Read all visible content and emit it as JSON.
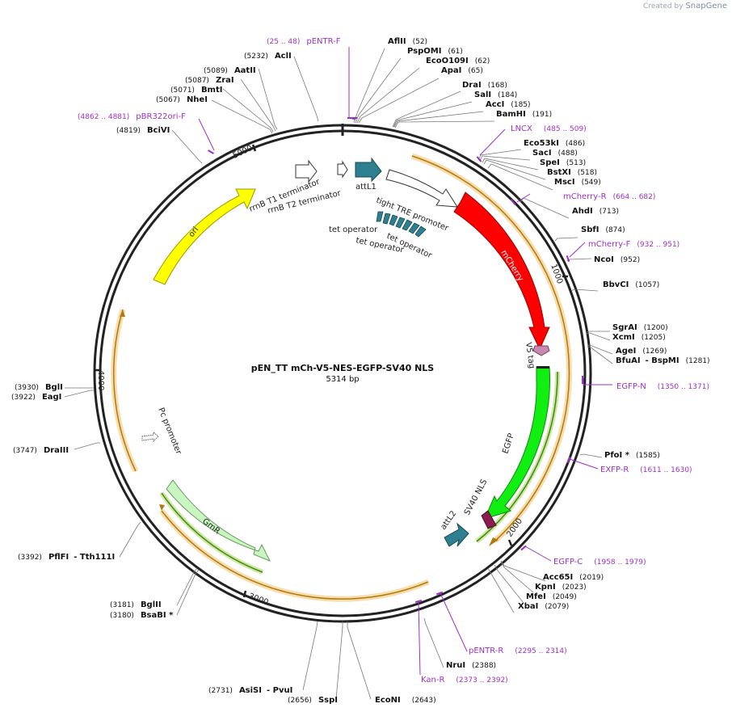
{
  "watermark": {
    "prefix": "Created by",
    "brand": "SnapGene"
  },
  "plasmid": {
    "name": "pEN_TT mCh-V5-NES-EGFP-SV40 NLS",
    "size": "5314 bp"
  },
  "ticks": [
    "1000",
    "2000",
    "3000",
    "4000",
    "5000"
  ],
  "sites": [
    {
      "name": "AflII",
      "pos": "(52)"
    },
    {
      "name": "PspOMI",
      "pos": "(61)"
    },
    {
      "name": "EcoO109I",
      "pos": "(62)"
    },
    {
      "name": "ApaI",
      "pos": "(65)"
    },
    {
      "name": "DraI",
      "pos": "(168)"
    },
    {
      "name": "SalI",
      "pos": "(184)"
    },
    {
      "name": "AccI",
      "pos": "(185)"
    },
    {
      "name": "BamHI",
      "pos": "(191)"
    },
    {
      "name": "Eco53kI",
      "pos": "(486)"
    },
    {
      "name": "SacI",
      "pos": "(488)"
    },
    {
      "name": "SpeI",
      "pos": "(513)"
    },
    {
      "name": "BstXI",
      "pos": "(518)"
    },
    {
      "name": "MscI",
      "pos": "(549)"
    },
    {
      "name": "AhdI",
      "pos": "(713)"
    },
    {
      "name": "SbfI",
      "pos": "(874)"
    },
    {
      "name": "NcoI",
      "pos": "(952)"
    },
    {
      "name": "BbvCI",
      "pos": "(1057)"
    },
    {
      "name": "SgrAI",
      "pos": "(1200)"
    },
    {
      "name": "XcmI",
      "pos": "(1205)"
    },
    {
      "name": "AgeI",
      "pos": "(1269)"
    },
    {
      "name": "BfuAI",
      "pos": "(1281)",
      "extra": "- BspMI"
    },
    {
      "name": "PfoI *",
      "pos": "(1585)"
    },
    {
      "name": "Acc65I",
      "pos": "(2019)"
    },
    {
      "name": "KpnI",
      "pos": "(2023)"
    },
    {
      "name": "MfeI",
      "pos": "(2049)"
    },
    {
      "name": "XbaI",
      "pos": "(2079)"
    },
    {
      "name": "NruI",
      "pos": "(2388)"
    },
    {
      "name": "EcoNI",
      "pos": "(2643)"
    },
    {
      "name": "SspI",
      "pos": "(2656)"
    },
    {
      "name": "AsiSI",
      "pos": "(2731)",
      "extra": "- PvuI"
    },
    {
      "name": "BglII",
      "pos": "(3181)"
    },
    {
      "name": "BsaBI *",
      "pos": "(3180)"
    },
    {
      "name": "PflFI",
      "pos": "(3392)",
      "extra": "- Tth111I"
    },
    {
      "name": "DraIII",
      "pos": "(3747)"
    },
    {
      "name": "BglI",
      "pos": "(3930)"
    },
    {
      "name": "EagI",
      "pos": "(3922)"
    },
    {
      "name": "BciVI",
      "pos": "(4819)"
    },
    {
      "name": "NheI",
      "pos": "(5067)"
    },
    {
      "name": "BmtI",
      "pos": "(5071)"
    },
    {
      "name": "ZraI",
      "pos": "(5087)"
    },
    {
      "name": "AatII",
      "pos": "(5089)"
    },
    {
      "name": "AclI",
      "pos": "(5232)"
    }
  ],
  "primers": [
    {
      "name": "pENTR-F",
      "range": "(25 .. 48)"
    },
    {
      "name": "LNCX",
      "range": "(485 .. 509)"
    },
    {
      "name": "mCherry-R",
      "range": "(664 .. 682)"
    },
    {
      "name": "mCherry-F",
      "range": "(932 .. 951)"
    },
    {
      "name": "EGFP-N",
      "range": "(1350 .. 1371)"
    },
    {
      "name": "EXFP-R",
      "range": "(1611 .. 1630)"
    },
    {
      "name": "EGFP-C",
      "range": "(1958 .. 1979)"
    },
    {
      "name": "pENTR-R",
      "range": "(2295 .. 2314)"
    },
    {
      "name": "Kan-R",
      "range": "(2373 .. 2392)"
    },
    {
      "name": "pBR322ori-F",
      "range": "(4862 .. 4881)"
    }
  ],
  "features": [
    {
      "name": "attL1"
    },
    {
      "name": "rrnB T1 terminator"
    },
    {
      "name": "rrnB T2 terminator"
    },
    {
      "name": "tight TRE promoter"
    },
    {
      "name": "tet operator"
    },
    {
      "name": "tet operator"
    },
    {
      "name": "tet operator"
    },
    {
      "name": "mCherry"
    },
    {
      "name": "V5 tag"
    },
    {
      "name": "EGFP"
    },
    {
      "name": "SV40 NLS"
    },
    {
      "name": "attL2"
    },
    {
      "name": "GmR"
    },
    {
      "name": "Pc promoter"
    },
    {
      "name": "ori"
    }
  ],
  "colors": {
    "primer": "#9b30c8",
    "backbone": "#222222",
    "mcherry": "#ff0000",
    "egfp": "#11ee11",
    "gmr": "#c8f5c0",
    "ori": "#ffff00",
    "att": "#2e7f8f",
    "v5": "#c98ab0",
    "nls": "#8a1c52",
    "orf_line": "#d2a848"
  }
}
